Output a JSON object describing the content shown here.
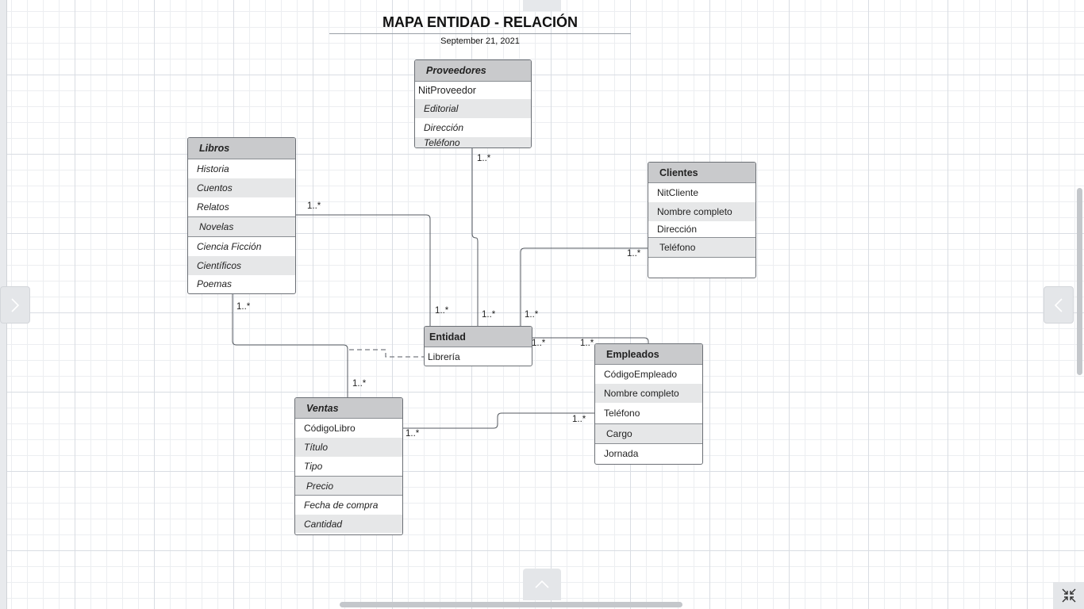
{
  "header": {
    "title": "MAPA ENTIDAD - RELACIÓN",
    "date": "September 21, 2021"
  },
  "entities": {
    "proveedores": {
      "title": "Proveedores",
      "rows": [
        "NitProveedor",
        "Editorial",
        "Dirección",
        "Teléfono"
      ]
    },
    "libros": {
      "title": "Libros",
      "rows": [
        "Historia",
        "Cuentos",
        "Relatos",
        "Novelas",
        "Ciencia Ficción",
        "Científicos",
        "Poemas"
      ]
    },
    "clientes": {
      "title": "Clientes",
      "rows": [
        "NitCliente",
        "Nombre completo",
        "Dirección",
        "Teléfono",
        ""
      ]
    },
    "entidad": {
      "title": "Entidad",
      "rows": [
        "Librería"
      ]
    },
    "empleados": {
      "title": "Empleados",
      "rows": [
        "CódigoEmpleado",
        "Nombre completo",
        "Teléfono",
        "Cargo",
        "Jornada"
      ]
    },
    "ventas": {
      "title": "Ventas",
      "rows": [
        "CódigoLibro",
        "Título",
        "Tipo",
        "Precio",
        "Fecha de compra",
        "Cantidad"
      ]
    }
  },
  "cardinality": "1..*",
  "icons": {
    "left_nav": "chevron-right-icon",
    "right_nav": "chevron-left-icon",
    "bottom_nav": "chevron-up-icon",
    "collapse": "collapse-icon"
  }
}
